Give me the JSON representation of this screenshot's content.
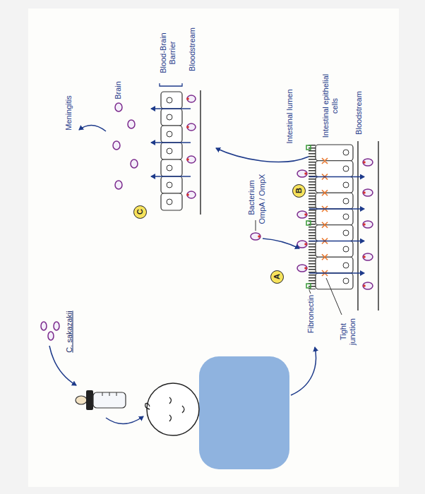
{
  "diagram": {
    "nodes": [
      {
        "text": [
          "A"
        ]
      },
      {
        "text": [
          "B"
        ]
      },
      {
        "text": [
          "C"
        ]
      }
    ],
    "labels": [
      "C. sakazakii",
      "Meningitis",
      "Brain",
      "Blood-Brain Barrier",
      "Bloodstream",
      "Intestinal lumen",
      "Intestinal epithelial cells",
      "Bloodstream",
      "Bacterium",
      "OmpA / OmpX",
      "Fibronectin",
      "Tight junction"
    ]
  }
}
